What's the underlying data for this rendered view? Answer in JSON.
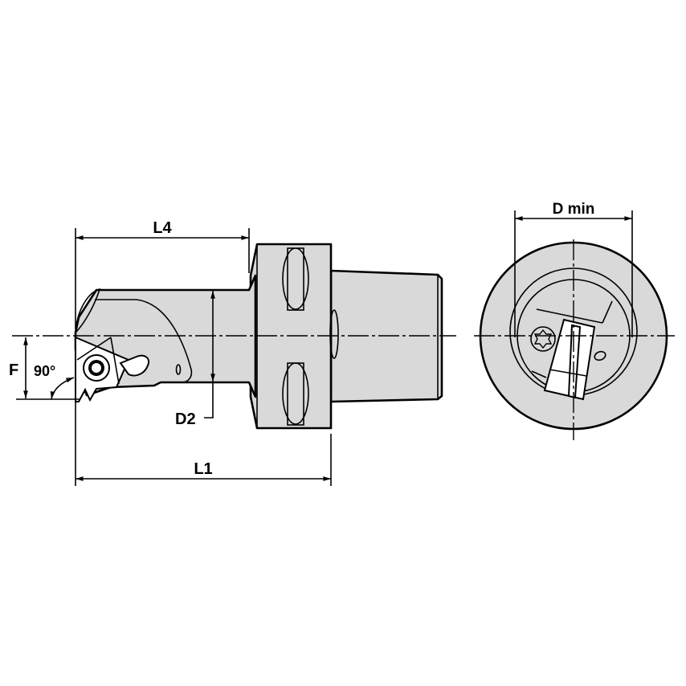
{
  "drawing": {
    "title": "Boring bar tool holder technical drawing",
    "colors": {
      "body_fill": "#d9d9d9",
      "line": "#000000",
      "background": "#ffffff"
    },
    "views": {
      "side": {
        "dimensions": {
          "L4": "L4",
          "L1": "L1",
          "D2": "D2",
          "F": "F",
          "angle": "90°"
        }
      },
      "end": {
        "dimensions": {
          "D_min": "D min"
        }
      }
    }
  }
}
